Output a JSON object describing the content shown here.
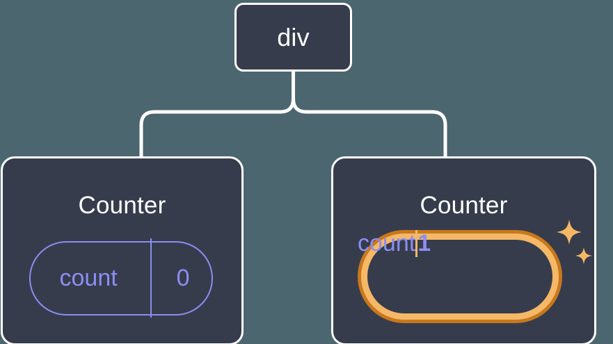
{
  "diagram": {
    "type": "component-tree",
    "background_color": "#4c6670",
    "node_fill_color": "#363c4c",
    "node_border_color": "#ffffff",
    "connector_color": "#ffffff",
    "state_color": "#8b8ef2",
    "highlight_color_outer": "#c8781c",
    "highlight_color_inner": "#f5b867",
    "sparkle_color": "#f7b864"
  },
  "root": {
    "label": "div"
  },
  "children": [
    {
      "title": "Counter",
      "state": {
        "key": "count",
        "value": "0"
      },
      "highlighted": false,
      "sparkles": false
    },
    {
      "title": "Counter",
      "state": {
        "key": "count",
        "value": "1"
      },
      "highlighted": true,
      "sparkles": true
    }
  ]
}
